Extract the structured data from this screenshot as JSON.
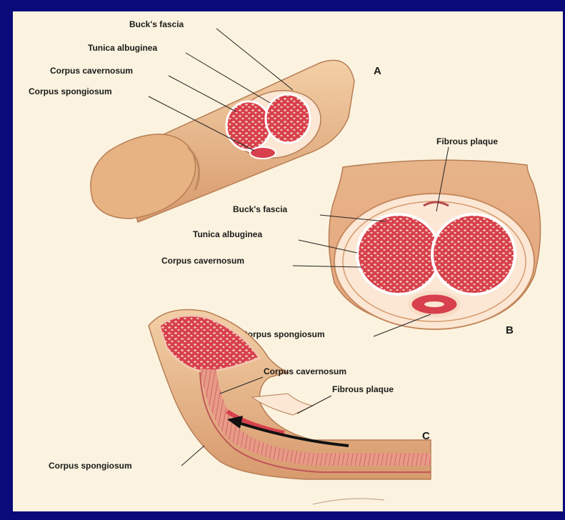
{
  "panel_a": {
    "letter": "A",
    "labels": {
      "bucks_fascia": "Buck's fascia",
      "tunica_albuginea": "Tunica albuginea",
      "corpus_cavernosum": "Corpus cavernosum",
      "corpus_spongiosum": "Corpus spongiosum"
    }
  },
  "panel_b": {
    "letter": "B",
    "labels": {
      "fibrous_plaque": "Fibrous plaque",
      "bucks_fascia": "Buck's fascia",
      "tunica_albuginea": "Tunica albuginea",
      "corpus_cavernosum": "Corpus cavernosum",
      "corpus_spongiosum": "Corpus spongiosum"
    }
  },
  "panel_c": {
    "letter": "C",
    "labels": {
      "corpus_cavernosum": "Corpus cavernosum",
      "fibrous_plaque": "Fibrous plaque",
      "corpus_spongiosum": "Corpus spongiosum"
    }
  },
  "colors": {
    "frame": "#0a0a7a",
    "background": "#fbf3df",
    "skin": "#e8b58a",
    "tissue": "#d9444f",
    "tunica": "#fbe7d4"
  }
}
